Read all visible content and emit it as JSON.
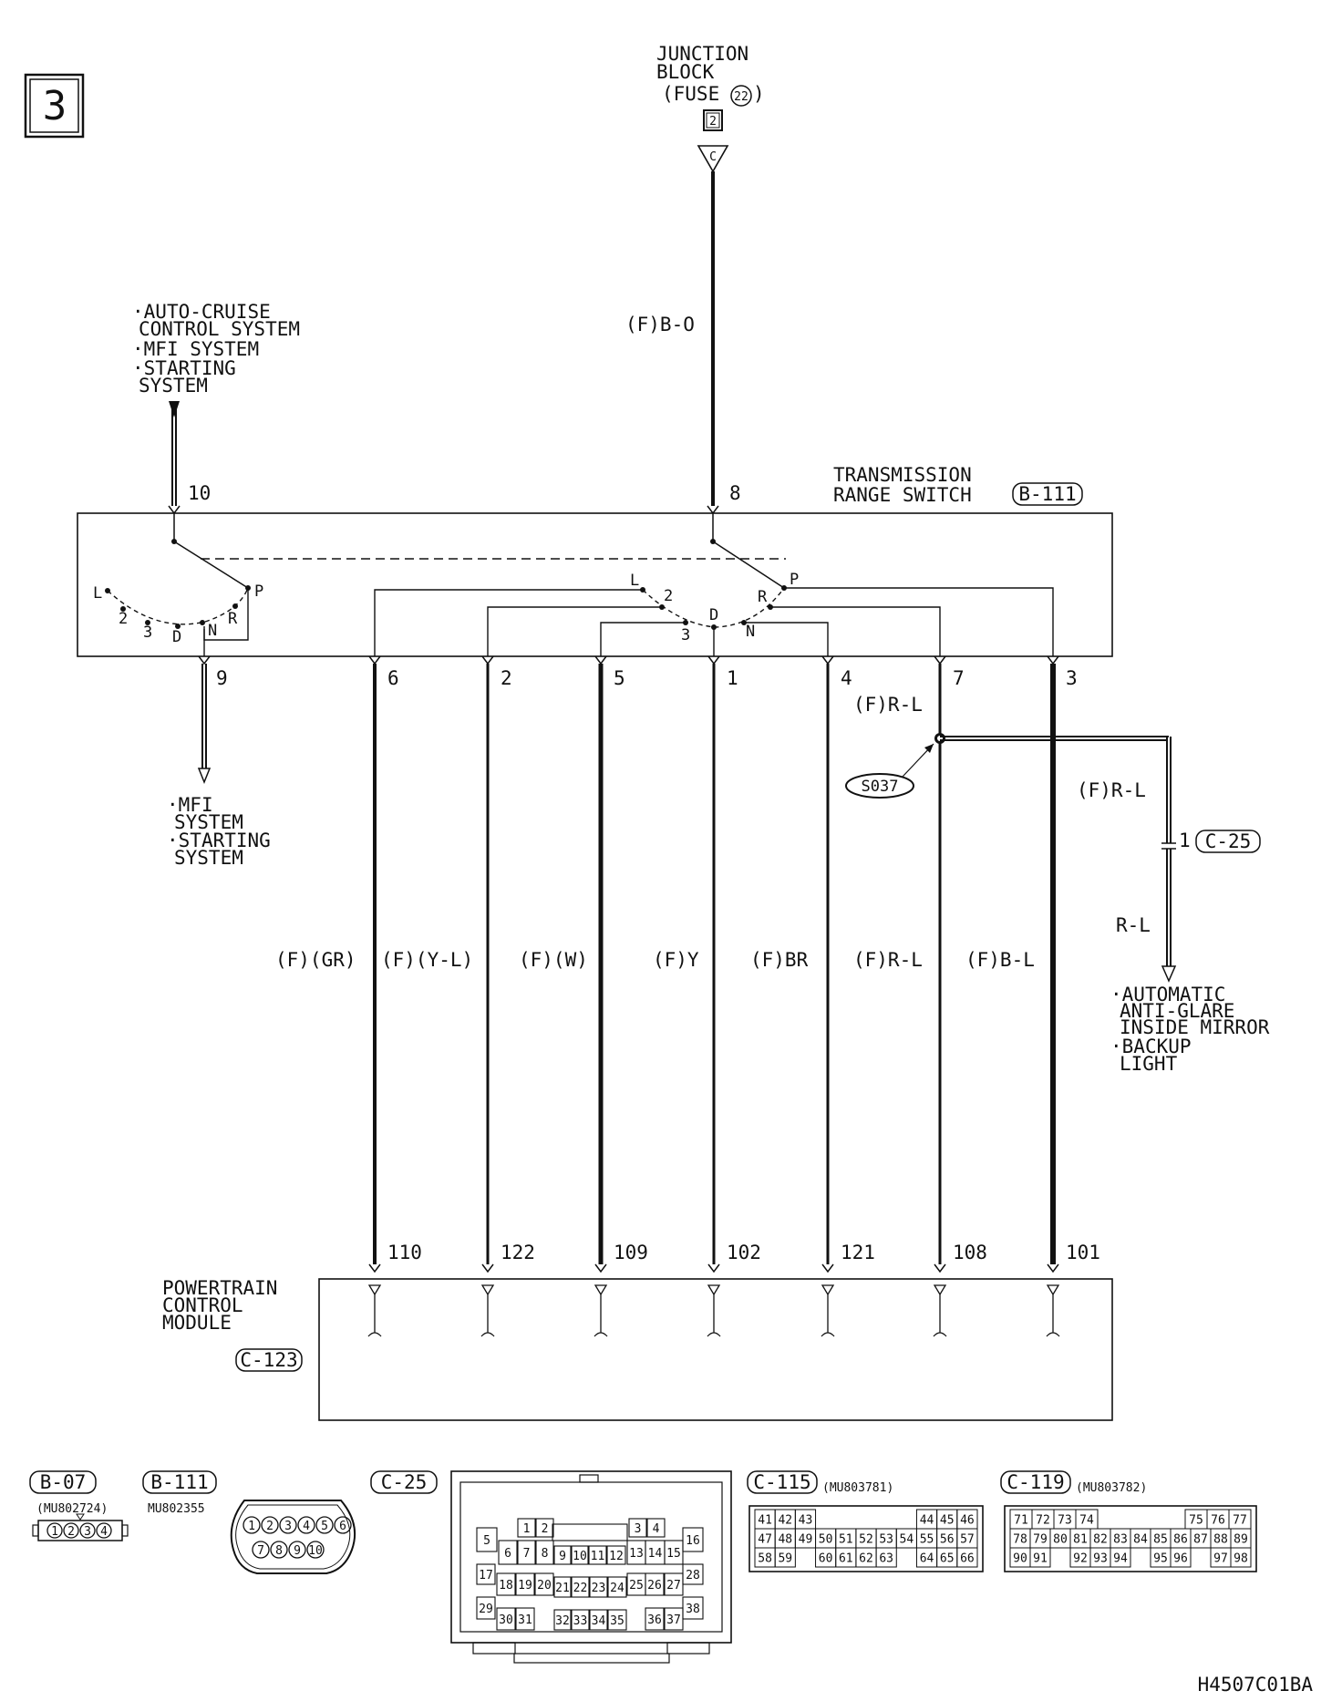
{
  "page_number": "3",
  "diagram_code": "H4507C01BA",
  "junction_block": {
    "line1": "JUNCTION",
    "line2": "BLOCK",
    "line3": "(FUSE",
    "fuse_no": "22",
    "line3_end": ")",
    "pin": "2",
    "connector_letter": "C",
    "wire_label": "(F)B-O"
  },
  "left_top_destinations": [
    "AUTO-CRUISE",
    "CONTROL SYSTEM",
    "MFI SYSTEM",
    "STARTING",
    "SYSTEM"
  ],
  "left_bottom_destinations": [
    "MFI",
    "SYSTEM",
    "STARTING",
    "SYSTEM"
  ],
  "trs": {
    "title1": "TRANSMISSION",
    "title2": "RANGE SWITCH",
    "connector": "B-111",
    "top_pins": [
      "10",
      "8"
    ],
    "bottom_left_pin": "9",
    "left_positions": [
      "L",
      "2",
      "3",
      "D",
      "N",
      "R",
      "P"
    ],
    "right_positions": [
      "L",
      "2",
      "3",
      "D",
      "N",
      "R",
      "P"
    ],
    "output_pins": [
      "6",
      "2",
      "5",
      "1",
      "4",
      "7",
      "3"
    ]
  },
  "wires": {
    "colors": [
      "(F)(GR)",
      "(F)(Y-L)",
      "(F)(W)",
      "(F)Y",
      "(F)BR",
      "(F)R-L",
      "(F)B-L"
    ],
    "pcm_pins": [
      "110",
      "122",
      "109",
      "102",
      "121",
      "108",
      "101"
    ]
  },
  "splice": {
    "id": "S037",
    "upper_label": "(F)R-L",
    "branch_label": "(F)R-L",
    "pin": "1",
    "connector": "C-25",
    "after_label": "R-L"
  },
  "right_destinations": [
    "AUTOMATIC",
    "ANTI-GLARE",
    "INSIDE MIRROR",
    "BACKUP",
    "LIGHT"
  ],
  "pcm": {
    "line1": "POWERTRAIN",
    "line2": "CONTROL",
    "line3": "MODULE",
    "connector": "C-123"
  },
  "connectors": {
    "b07": {
      "id": "B-07",
      "part": "(MU802724)",
      "pins": [
        "1",
        "2",
        "3",
        "4"
      ]
    },
    "b111": {
      "id": "B-111",
      "part": "MU802355",
      "pins": [
        "1",
        "2",
        "3",
        "4",
        "5",
        "6",
        "7",
        "8",
        "9",
        "10"
      ]
    },
    "c25": {
      "id": "C-25",
      "pins": [
        "1",
        "2",
        "3",
        "4",
        "5",
        "6",
        "7",
        "8",
        "9",
        "10",
        "11",
        "12",
        "13",
        "14",
        "15",
        "16",
        "17",
        "18",
        "19",
        "20",
        "21",
        "22",
        "23",
        "24",
        "25",
        "26",
        "27",
        "28",
        "29",
        "30",
        "31",
        "32",
        "33",
        "34",
        "35",
        "36",
        "37",
        "38"
      ]
    },
    "c115": {
      "id": "C-115",
      "part": "(MU803781)",
      "rows": [
        [
          "41",
          "42",
          "43",
          "",
          "",
          "",
          "",
          "",
          "44",
          "45",
          "46"
        ],
        [
          "47",
          "48",
          "49",
          "50",
          "51",
          "52",
          "53",
          "54",
          "55",
          "56",
          "57"
        ],
        [
          "58",
          "59",
          "",
          "60",
          "61",
          "62",
          "63",
          "",
          "64",
          "65",
          "66"
        ]
      ]
    },
    "c119": {
      "id": "C-119",
      "part": "(MU803782)",
      "rows": [
        [
          "71",
          "72",
          "73",
          "74",
          "",
          "",
          "",
          "",
          "75",
          "76",
          "77"
        ],
        [
          "78",
          "79",
          "80",
          "81",
          "82",
          "83",
          "84",
          "85",
          "86",
          "87",
          "88",
          "89"
        ],
        [
          "90",
          "91",
          "",
          "92",
          "93",
          "94",
          "",
          "95",
          "96",
          "",
          "97",
          "98"
        ]
      ]
    }
  }
}
